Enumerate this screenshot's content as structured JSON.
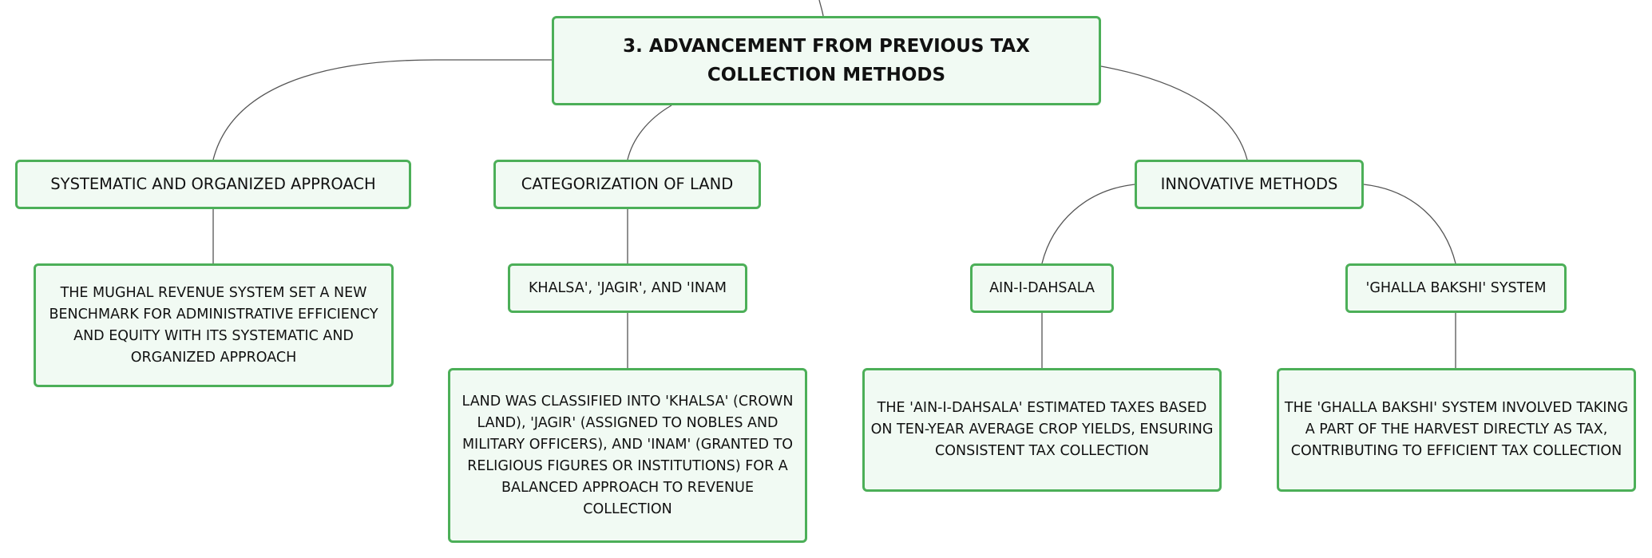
{
  "diagram": {
    "root": {
      "label": "3. ADVANCEMENT FROM PREVIOUS TAX COLLECTION METHODS"
    },
    "branches": {
      "systematic": {
        "label": "SYSTEMATIC AND ORGANIZED APPROACH",
        "detail": "THE MUGHAL REVENUE SYSTEM SET A NEW BENCHMARK FOR ADMINISTRATIVE EFFICIENCY AND EQUITY WITH ITS SYSTEMATIC AND ORGANIZED APPROACH"
      },
      "categorization": {
        "label": "CATEGORIZATION OF LAND",
        "child": {
          "label": "KHALSA', 'JAGIR', AND 'INAM",
          "detail": "LAND WAS CLASSIFIED INTO 'KHALSA' (CROWN LAND), 'JAGIR' (ASSIGNED TO NOBLES AND MILITARY OFFICERS), AND 'INAM' (GRANTED TO RELIGIOUS FIGURES OR INSTITUTIONS) FOR A BALANCED APPROACH TO REVENUE COLLECTION"
        }
      },
      "innovative": {
        "label": "INNOVATIVE METHODS",
        "children": [
          {
            "label": "AIN-I-DAHSALA",
            "detail": "THE 'AIN-I-DAHSALA' ESTIMATED TAXES BASED ON TEN-YEAR AVERAGE CROP YIELDS, ENSURING CONSISTENT TAX COLLECTION"
          },
          {
            "label": "'GHALLA BAKSHI' SYSTEM",
            "detail": "THE 'GHALLA BAKSHI' SYSTEM INVOLVED TAKING A PART OF THE HARVEST DIRECTLY AS TAX, CONTRIBUTING TO EFFICIENT TAX COLLECTION"
          }
        ]
      }
    },
    "colors": {
      "node_border": "#4caf58",
      "node_fill": "#f1faf3",
      "connector": "#555555",
      "text": "#111111"
    }
  }
}
